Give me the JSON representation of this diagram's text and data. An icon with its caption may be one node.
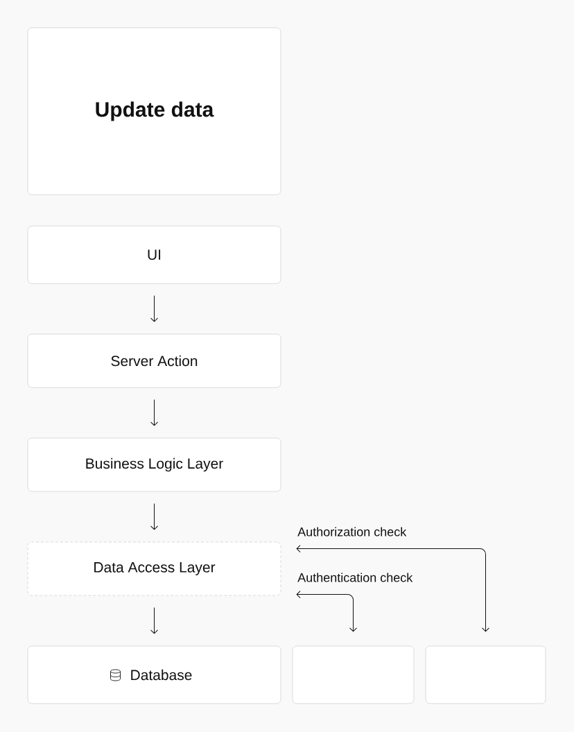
{
  "diagram": {
    "nodes": [
      {
        "text": [
          "Update data"
        ]
      },
      {
        "text": [
          "UI"
        ]
      },
      {
        "text": [
          "Server Action"
        ]
      },
      {
        "text": [
          "Business Logic Layer"
        ]
      },
      {
        "text": [
          "Data Access Layer"
        ]
      },
      {
        "text": [
          "Database"
        ]
      },
      {
        "text": [],
        "shape": "box"
      },
      {
        "text": [],
        "shape": "box"
      }
    ],
    "edges": [
      {
        "from": 1,
        "to": 2,
        "arrow": "to"
      },
      {
        "from": 2,
        "to": 3,
        "arrow": "to"
      },
      {
        "from": 3,
        "to": 4,
        "arrow": "to"
      },
      {
        "from": 4,
        "to": 7,
        "arrow": "both",
        "label": "Authorization check"
      },
      {
        "from": 4,
        "to": 6,
        "arrow": "both",
        "label": "Authentication check"
      },
      {
        "from": 4,
        "to": 5,
        "arrow": "to"
      }
    ]
  }
}
